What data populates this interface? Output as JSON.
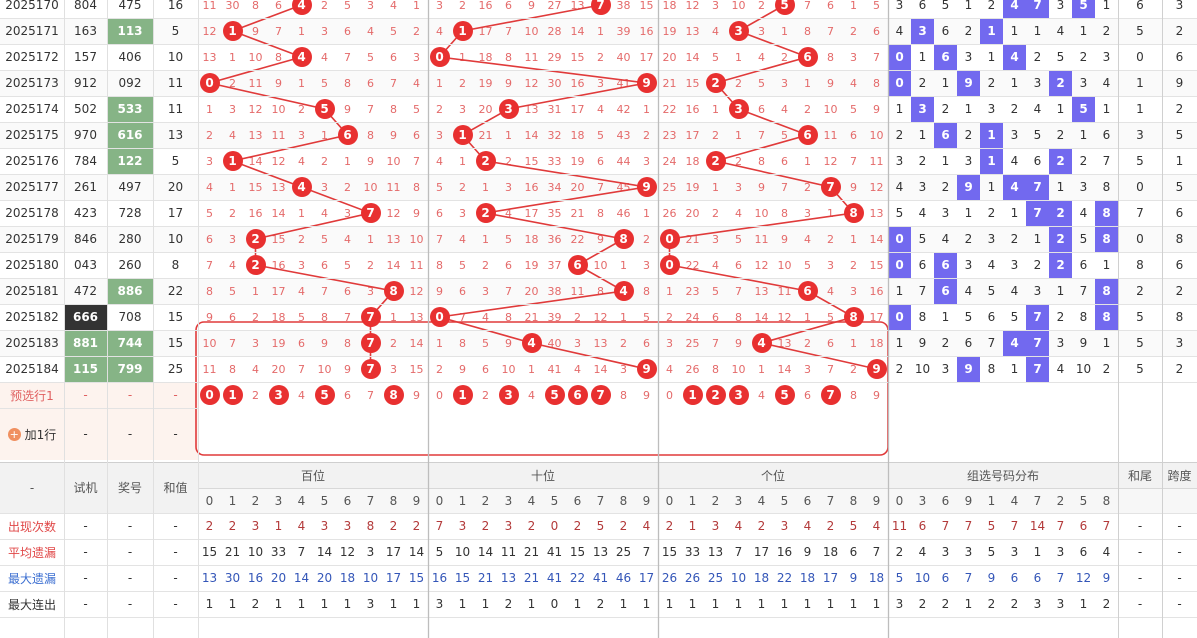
{
  "groups": {
    "hundreds": "百位",
    "tens": "十位",
    "units": "个位",
    "group_dist": "组选号码分布"
  },
  "footer_headers": {
    "dash": "-",
    "trial": "试机",
    "award": "奖号",
    "sum": "和值",
    "sum_tail": "和尾",
    "span": "跨度"
  },
  "digits": [
    "0",
    "1",
    "2",
    "3",
    "4",
    "5",
    "6",
    "7",
    "8",
    "9"
  ],
  "group_digits": [
    "0",
    "3",
    "6",
    "9",
    "1",
    "4",
    "7",
    "2",
    "5",
    "8"
  ],
  "rows": [
    {
      "period": "2025170",
      "trial": "804",
      "award": "475",
      "sum": "16",
      "hund": [
        "11",
        "30",
        "8",
        "6",
        "4",
        "2",
        "5",
        "3",
        "4",
        "1"
      ],
      "tens": [
        "3",
        "2",
        "16",
        "6",
        "9",
        "27",
        "13",
        "7",
        "38",
        "15"
      ],
      "units": [
        "18",
        "12",
        "3",
        "10",
        "2",
        "5",
        "7",
        "6",
        "1",
        "5"
      ],
      "grp": [
        "3",
        "6",
        "5",
        "1",
        "2",
        "4",
        "7",
        "3",
        "5",
        "1"
      ],
      "tail": "6",
      "span": "3"
    },
    {
      "period": "2025171",
      "trial": "163",
      "award": "113",
      "sum": "5",
      "hund": [
        "12",
        "1",
        "9",
        "7",
        "1",
        "3",
        "6",
        "4",
        "5",
        "2"
      ],
      "tens": [
        "4",
        "1",
        "17",
        "7",
        "10",
        "28",
        "14",
        "1",
        "39",
        "16"
      ],
      "units": [
        "19",
        "13",
        "4",
        "3",
        "3",
        "1",
        "8",
        "7",
        "2",
        "6"
      ],
      "grp": [
        "4",
        "3",
        "6",
        "2",
        "1",
        "1",
        "1",
        "4",
        "1",
        "2"
      ],
      "tail": "5",
      "span": "2"
    },
    {
      "period": "2025172",
      "trial": "157",
      "award": "406",
      "sum": "10",
      "hund": [
        "13",
        "1",
        "10",
        "8",
        "4",
        "4",
        "7",
        "5",
        "6",
        "3"
      ],
      "tens": [
        "0",
        "1",
        "18",
        "8",
        "11",
        "29",
        "15",
        "2",
        "40",
        "17"
      ],
      "units": [
        "20",
        "14",
        "5",
        "1",
        "4",
        "2",
        "6",
        "8",
        "3",
        "7"
      ],
      "grp": [
        "0",
        "1",
        "6",
        "3",
        "1",
        "4",
        "2",
        "5",
        "2",
        "3"
      ],
      "tail": "0",
      "span": "6"
    },
    {
      "period": "2025173",
      "trial": "912",
      "award": "092",
      "sum": "11",
      "hund": [
        "0",
        "2",
        "11",
        "9",
        "1",
        "5",
        "8",
        "6",
        "7",
        "4"
      ],
      "tens": [
        "1",
        "2",
        "19",
        "9",
        "12",
        "30",
        "16",
        "3",
        "41",
        "9"
      ],
      "units": [
        "21",
        "15",
        "2",
        "2",
        "5",
        "3",
        "1",
        "9",
        "4",
        "8"
      ],
      "grp": [
        "0",
        "2",
        "1",
        "9",
        "2",
        "1",
        "3",
        "2",
        "3",
        "4"
      ],
      "tail": "1",
      "span": "9"
    },
    {
      "period": "2025174",
      "trial": "502",
      "award": "533",
      "sum": "11",
      "hund": [
        "1",
        "3",
        "12",
        "10",
        "2",
        "5",
        "9",
        "7",
        "8",
        "5"
      ],
      "tens": [
        "2",
        "3",
        "20",
        "3",
        "13",
        "31",
        "17",
        "4",
        "42",
        "1"
      ],
      "units": [
        "22",
        "16",
        "1",
        "3",
        "6",
        "4",
        "2",
        "10",
        "5",
        "9"
      ],
      "grp": [
        "1",
        "3",
        "2",
        "1",
        "3",
        "2",
        "4",
        "1",
        "5",
        "1"
      ],
      "tail": "1",
      "span": "2"
    },
    {
      "period": "2025175",
      "trial": "970",
      "award": "616",
      "sum": "13",
      "hund": [
        "2",
        "4",
        "13",
        "11",
        "3",
        "1",
        "6",
        "8",
        "9",
        "6"
      ],
      "tens": [
        "3",
        "1",
        "21",
        "1",
        "14",
        "32",
        "18",
        "5",
        "43",
        "2"
      ],
      "units": [
        "23",
        "17",
        "2",
        "1",
        "7",
        "5",
        "6",
        "11",
        "6",
        "10"
      ],
      "grp": [
        "2",
        "1",
        "6",
        "2",
        "1",
        "3",
        "5",
        "2",
        "1",
        "6"
      ],
      "tail": "3",
      "span": "5"
    },
    {
      "period": "2025176",
      "trial": "784",
      "award": "122",
      "sum": "5",
      "hund": [
        "3",
        "1",
        "14",
        "12",
        "4",
        "2",
        "1",
        "9",
        "10",
        "7"
      ],
      "tens": [
        "4",
        "1",
        "2",
        "2",
        "15",
        "33",
        "19",
        "6",
        "44",
        "3"
      ],
      "units": [
        "24",
        "18",
        "2",
        "2",
        "8",
        "6",
        "1",
        "12",
        "7",
        "11"
      ],
      "grp": [
        "3",
        "2",
        "1",
        "3",
        "1",
        "4",
        "6",
        "2",
        "2",
        "7"
      ],
      "tail": "5",
      "span": "1"
    },
    {
      "period": "2025177",
      "trial": "261",
      "award": "497",
      "sum": "20",
      "hund": [
        "4",
        "1",
        "15",
        "13",
        "4",
        "3",
        "2",
        "10",
        "11",
        "8"
      ],
      "tens": [
        "5",
        "2",
        "1",
        "3",
        "16",
        "34",
        "20",
        "7",
        "45",
        "9"
      ],
      "units": [
        "25",
        "19",
        "1",
        "3",
        "9",
        "7",
        "2",
        "7",
        "9",
        "12"
      ],
      "grp": [
        "4",
        "3",
        "2",
        "9",
        "1",
        "4",
        "7",
        "1",
        "3",
        "8"
      ],
      "tail": "0",
      "span": "5"
    },
    {
      "period": "2025178",
      "trial": "423",
      "award": "728",
      "sum": "17",
      "hund": [
        "5",
        "2",
        "16",
        "14",
        "1",
        "4",
        "3",
        "7",
        "12",
        "9"
      ],
      "tens": [
        "6",
        "3",
        "2",
        "4",
        "17",
        "35",
        "21",
        "8",
        "46",
        "1"
      ],
      "units": [
        "26",
        "20",
        "2",
        "4",
        "10",
        "8",
        "3",
        "1",
        "8",
        "13"
      ],
      "grp": [
        "5",
        "4",
        "3",
        "1",
        "2",
        "1",
        "7",
        "2",
        "4",
        "8"
      ],
      "tail": "7",
      "span": "6"
    },
    {
      "period": "2025179",
      "trial": "846",
      "award": "280",
      "sum": "10",
      "hund": [
        "6",
        "3",
        "2",
        "15",
        "2",
        "5",
        "4",
        "1",
        "13",
        "10"
      ],
      "tens": [
        "7",
        "4",
        "1",
        "5",
        "18",
        "36",
        "22",
        "9",
        "8",
        "2"
      ],
      "units": [
        "0",
        "21",
        "3",
        "5",
        "11",
        "9",
        "4",
        "2",
        "1",
        "14"
      ],
      "grp": [
        "0",
        "5",
        "4",
        "2",
        "3",
        "2",
        "1",
        "2",
        "5",
        "8"
      ],
      "tail": "0",
      "span": "8"
    },
    {
      "period": "2025180",
      "trial": "043",
      "award": "260",
      "sum": "8",
      "hund": [
        "7",
        "4",
        "2",
        "16",
        "3",
        "6",
        "5",
        "2",
        "14",
        "11"
      ],
      "tens": [
        "8",
        "5",
        "2",
        "6",
        "19",
        "37",
        "6",
        "10",
        "1",
        "3"
      ],
      "units": [
        "0",
        "22",
        "4",
        "6",
        "12",
        "10",
        "5",
        "3",
        "2",
        "15"
      ],
      "grp": [
        "0",
        "6",
        "6",
        "3",
        "4",
        "3",
        "2",
        "2",
        "6",
        "1"
      ],
      "tail": "8",
      "span": "6"
    },
    {
      "period": "2025181",
      "trial": "472",
      "award": "886",
      "sum": "22",
      "hund": [
        "8",
        "5",
        "1",
        "17",
        "4",
        "7",
        "6",
        "3",
        "8",
        "12"
      ],
      "tens": [
        "9",
        "6",
        "3",
        "7",
        "20",
        "38",
        "11",
        "8",
        "4",
        "8"
      ],
      "units": [
        "1",
        "23",
        "5",
        "7",
        "13",
        "11",
        "6",
        "4",
        "3",
        "16"
      ],
      "grp": [
        "1",
        "7",
        "6",
        "4",
        "5",
        "4",
        "3",
        "1",
        "7",
        "8"
      ],
      "tail": "2",
      "span": "2"
    },
    {
      "period": "2025182",
      "trial": "666",
      "award": "708",
      "sum": "15",
      "hund": [
        "9",
        "6",
        "2",
        "18",
        "5",
        "8",
        "7",
        "7",
        "1",
        "13"
      ],
      "tens": [
        "0",
        "7",
        "4",
        "8",
        "21",
        "39",
        "2",
        "12",
        "1",
        "5"
      ],
      "units": [
        "2",
        "24",
        "6",
        "8",
        "14",
        "12",
        "1",
        "5",
        "8",
        "17"
      ],
      "grp": [
        "0",
        "8",
        "1",
        "5",
        "6",
        "5",
        "7",
        "2",
        "8",
        "8"
      ],
      "tail": "5",
      "span": "8"
    },
    {
      "period": "2025183",
      "trial": "881",
      "award": "744",
      "sum": "15",
      "hund": [
        "10",
        "7",
        "3",
        "19",
        "6",
        "9",
        "8",
        "7",
        "2",
        "14"
      ],
      "tens": [
        "1",
        "8",
        "5",
        "9",
        "4",
        "40",
        "3",
        "13",
        "2",
        "6"
      ],
      "units": [
        "3",
        "25",
        "7",
        "9",
        "4",
        "13",
        "2",
        "6",
        "1",
        "18"
      ],
      "grp": [
        "1",
        "9",
        "2",
        "6",
        "7",
        "4",
        "7",
        "3",
        "9",
        "1"
      ],
      "tail": "5",
      "span": "3"
    },
    {
      "period": "2025184",
      "trial": "115",
      "award": "799",
      "sum": "25",
      "hund": [
        "11",
        "8",
        "4",
        "20",
        "7",
        "10",
        "9",
        "7",
        "3",
        "15"
      ],
      "tens": [
        "2",
        "9",
        "6",
        "10",
        "1",
        "41",
        "4",
        "14",
        "3",
        "9"
      ],
      "units": [
        "4",
        "26",
        "8",
        "10",
        "1",
        "14",
        "3",
        "7",
        "2",
        "9"
      ],
      "grp": [
        "2",
        "10",
        "3",
        "9",
        "8",
        "1",
        "7",
        "4",
        "10",
        "2"
      ],
      "tail": "5",
      "span": "2"
    }
  ],
  "preselect": {
    "label": "预选行1",
    "dash": "-",
    "hund_sel": [
      "0",
      "1",
      "",
      "3",
      "",
      "5",
      "",
      "",
      "8",
      ""
    ],
    "hund_unsel": [
      "",
      "",
      "2",
      "",
      "4",
      "",
      "6",
      "7",
      "",
      "9"
    ],
    "tens_sel": [
      "",
      "1",
      "",
      "3",
      "",
      "5",
      "6",
      "7",
      "",
      ""
    ],
    "tens_unsel": [
      "0",
      "",
      "2",
      "",
      "4",
      "",
      "",
      "",
      "8",
      "9"
    ],
    "units_sel": [
      "",
      "1",
      "2",
      "3",
      "",
      "5",
      "",
      "7",
      "",
      ""
    ],
    "units_unsel": [
      "0",
      "",
      "",
      "",
      "4",
      "",
      "6",
      "",
      "8",
      "9"
    ]
  },
  "add_row": {
    "label": "加1行",
    "plus": "+",
    "dash": "-"
  },
  "stats": [
    {
      "label": "出现次数",
      "hund": [
        "2",
        "2",
        "3",
        "1",
        "4",
        "3",
        "3",
        "8",
        "2",
        "2"
      ],
      "tens": [
        "7",
        "3",
        "2",
        "3",
        "2",
        "0",
        "2",
        "5",
        "2",
        "4"
      ],
      "units": [
        "2",
        "1",
        "3",
        "4",
        "2",
        "3",
        "4",
        "2",
        "5",
        "4"
      ],
      "grp": [
        "11",
        "6",
        "7",
        "7",
        "5",
        "7",
        "14",
        "7",
        "6",
        "7"
      ]
    },
    {
      "label": "平均遗漏",
      "hund": [
        "15",
        "21",
        "10",
        "33",
        "7",
        "14",
        "12",
        "3",
        "17",
        "14"
      ],
      "tens": [
        "5",
        "10",
        "14",
        "11",
        "21",
        "41",
        "15",
        "13",
        "25",
        "7"
      ],
      "units": [
        "15",
        "33",
        "13",
        "7",
        "17",
        "16",
        "9",
        "18",
        "6",
        "7"
      ],
      "grp": [
        "2",
        "4",
        "3",
        "3",
        "5",
        "3",
        "1",
        "3",
        "6",
        "4"
      ]
    },
    {
      "label": "最大遗漏",
      "hund": [
        "13",
        "30",
        "16",
        "20",
        "14",
        "20",
        "18",
        "10",
        "17",
        "15"
      ],
      "tens": [
        "16",
        "15",
        "21",
        "13",
        "21",
        "41",
        "22",
        "41",
        "46",
        "17"
      ],
      "units": [
        "26",
        "26",
        "25",
        "10",
        "18",
        "22",
        "18",
        "17",
        "9",
        "18"
      ],
      "grp": [
        "5",
        "10",
        "6",
        "7",
        "9",
        "6",
        "6",
        "7",
        "12",
        "9"
      ]
    },
    {
      "label": "最大连出",
      "hund": [
        "1",
        "1",
        "2",
        "1",
        "1",
        "1",
        "1",
        "3",
        "1",
        "1"
      ],
      "tens": [
        "3",
        "1",
        "1",
        "2",
        "1",
        "0",
        "1",
        "2",
        "1",
        "1"
      ],
      "units": [
        "1",
        "1",
        "1",
        "1",
        "1",
        "1",
        "1",
        "1",
        "1",
        "1"
      ],
      "grp": [
        "3",
        "2",
        "2",
        "1",
        "2",
        "2",
        "3",
        "3",
        "1",
        "2"
      ]
    }
  ],
  "stat_dash": "-"
}
